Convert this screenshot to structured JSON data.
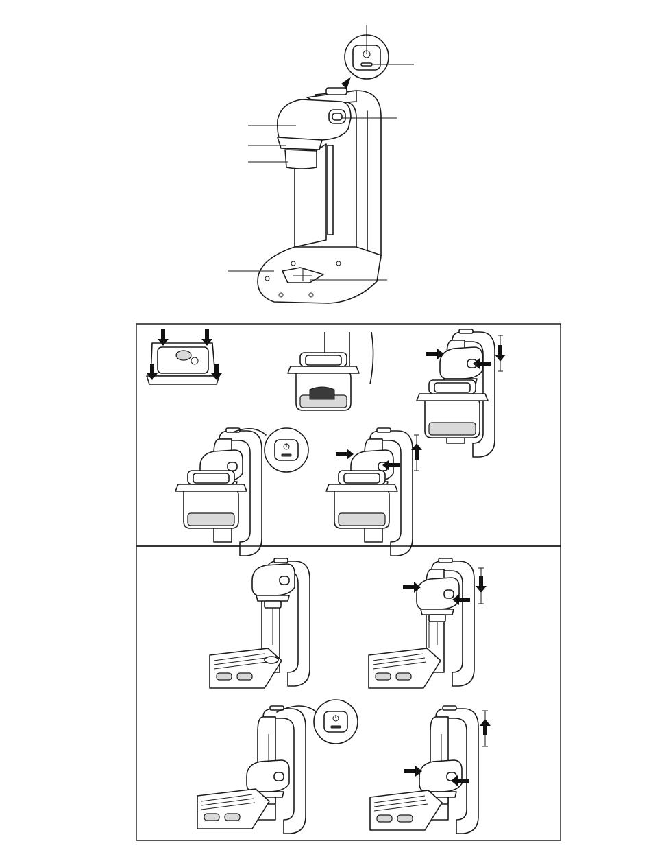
{
  "document": {
    "type": "instruction-manual-illustration-page",
    "text_content": []
  },
  "overview": {
    "callout_count": 7
  },
  "panels": {
    "container_steps": 5,
    "bag_steps": 4
  },
  "icons": {
    "power": "power-icon",
    "indicator": "indicator-light-icon",
    "arrow": "press-arrow-icon"
  },
  "colors": {
    "line": "#1a1a1a",
    "shade": "#d9d9d9",
    "dark": "#3a3a3a",
    "paper": "#ffffff"
  }
}
